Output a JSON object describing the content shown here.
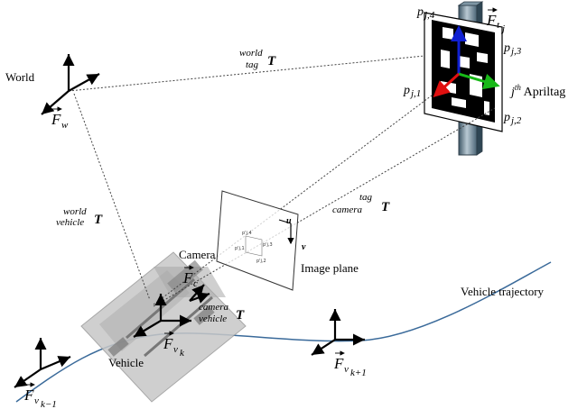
{
  "labels": {
    "world": "World",
    "camera": "Camera",
    "vehicle": "Vehicle",
    "image_plane": "Image plane",
    "vehicle_trajectory": "Vehicle trajectory",
    "apriltag_pre": "j",
    "apriltag_sup": "th",
    "apriltag_post": " Apriltag"
  },
  "frames": {
    "world": {
      "main": "F",
      "sub": "w"
    },
    "tag": {
      "main": "F",
      "sub": "t",
      "subsub": "j"
    },
    "camera": {
      "main": "F",
      "sub": "c"
    },
    "vehicle_k": {
      "main": "F",
      "sub": "v",
      "subsub": "k"
    },
    "vehicle_k1": {
      "main": "F",
      "sub": "v",
      "subsub": "k+1"
    },
    "vehicle_km1": {
      "main": "F",
      "sub": "v",
      "subsub": "k−1"
    }
  },
  "transforms": {
    "world_tag": {
      "sup": "world",
      "sub": "tag",
      "T": "T"
    },
    "tag_camera": {
      "sup": "tag",
      "sub": "camera",
      "T": "T"
    },
    "world_vehicle": {
      "sup": "world",
      "sub": "vehicle",
      "T": "T"
    },
    "camera_vehicle": {
      "sup": "camera",
      "sub": "vehicle",
      "T": "T"
    }
  },
  "corners": {
    "p4": {
      "p": "p",
      "sub": "j,4"
    },
    "p3": {
      "p": "p",
      "sub": "j,3"
    },
    "p1": {
      "p": "p",
      "sub": "j,1"
    },
    "p2": {
      "p": "p",
      "sub": "j,2"
    }
  },
  "image_axes": {
    "u": "u",
    "v": "v"
  },
  "projected_points": [
    "p'j,4",
    "p'j,3",
    "p'j,1",
    "p'j,2"
  ],
  "colors": {
    "x_axis": "#e01010",
    "y_axis": "#18b818",
    "z_axis": "#1020d0",
    "trajectory": "#3a6a9a",
    "post": "#607d8b"
  }
}
